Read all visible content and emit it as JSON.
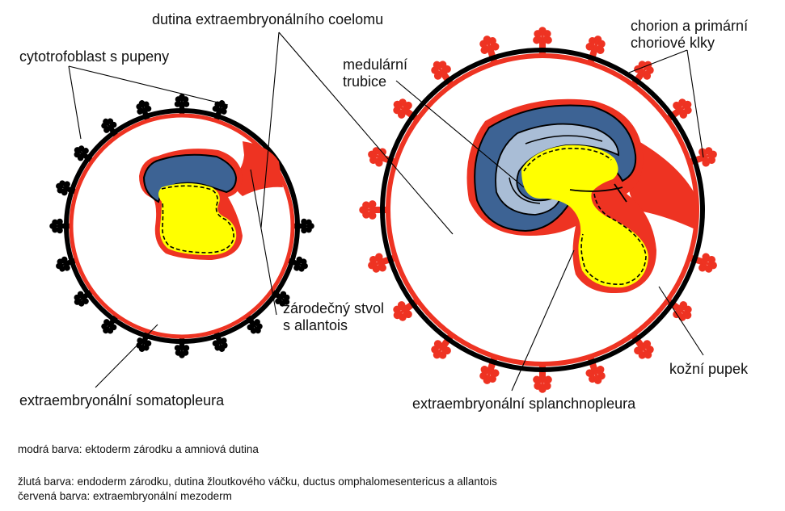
{
  "labels": {
    "cavity": "dutina extraembryonálního coelomu",
    "cytotrophoblast": "cytotrofoblast s pupeny",
    "chorion_line1": "chorion a primární",
    "chorion_line2": "choriové klky",
    "neural_line1": "medulární",
    "neural_line2": "trubice",
    "stalk_line1": "zárodečný stvol",
    "stalk_line2": "s allantois",
    "umbilicus": "kožní pupek",
    "somatopleure": "extraembryonální somatopleura",
    "splanchnopleure": "extraembryonální splanchnopleura"
  },
  "legend": {
    "blue": "modrá barva: ektoderm zárodku a amniová dutina",
    "yellow": "žlutá barva: endoderm zárodku, dutina žloutkového váčku, ductus omphalomesentericus a allantois",
    "red": "červená barva: extraembryonální mezoderm"
  },
  "colors": {
    "ectoderm": "#3d6394",
    "ectoderm_light": "#a9bdd6",
    "endoderm": "#ffff00",
    "mesoderm": "#ee3322",
    "trophoblast": "#000000"
  }
}
